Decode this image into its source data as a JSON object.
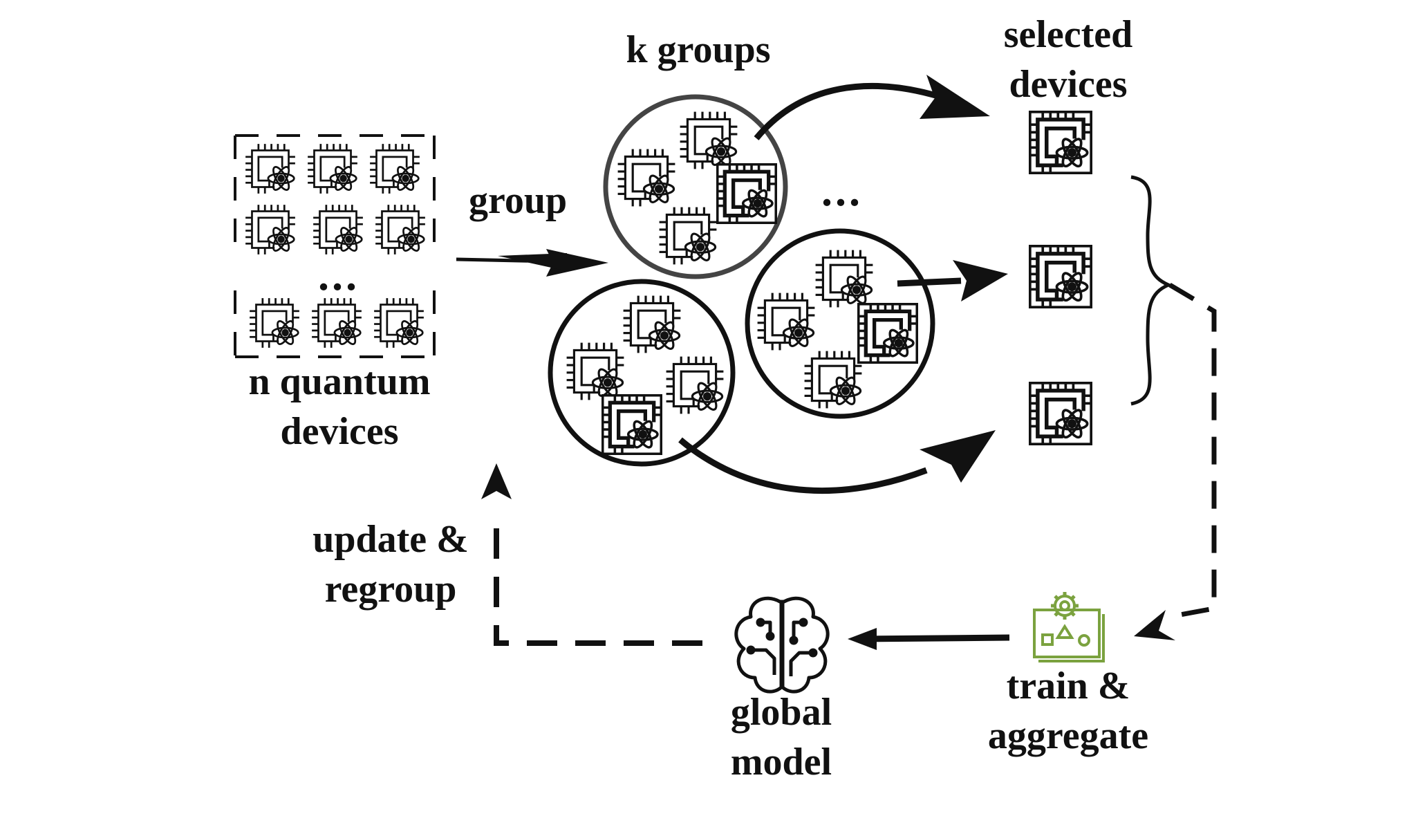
{
  "labels": {
    "n_devices_line1": "n quantum",
    "n_devices_line2": "devices",
    "group": "group",
    "k_groups": "k groups",
    "selected_line1": "selected",
    "selected_line2": "devices",
    "update_line1": "update &",
    "update_line2": "regroup",
    "global_line1": "global",
    "global_line2": "model",
    "train_line1": "train &",
    "train_line2": "aggregate",
    "ellipsis_grid": "...",
    "ellipsis_groups": "..."
  },
  "icons": {
    "device": "quantum-chip-icon",
    "selected_device": "selected-quantum-chip-icon",
    "brain": "brain-circuit-icon",
    "train": "training-dashboard-icon"
  },
  "colors": {
    "ink": "#111111",
    "group_ring_top": "#444444",
    "train_icon": "#7ba23f"
  }
}
